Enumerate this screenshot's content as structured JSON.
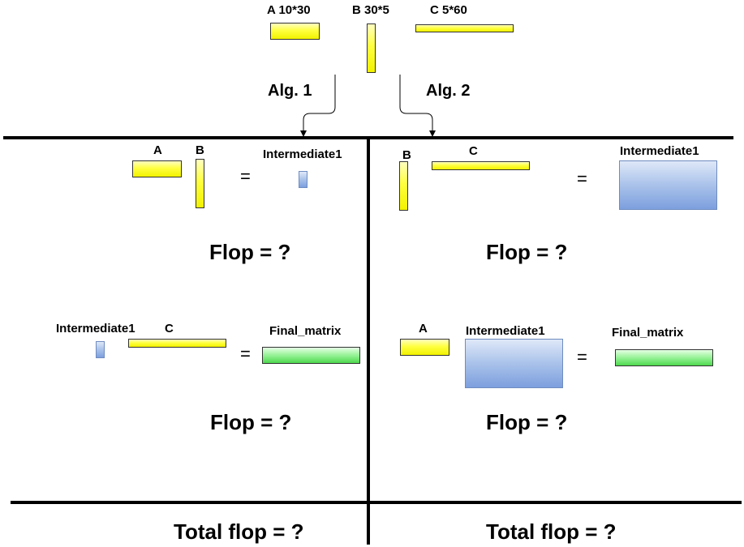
{
  "top": {
    "a_label": "A  10*30",
    "b_label": "B 30*5",
    "c_label": "C 5*60",
    "alg1": "Alg. 1",
    "alg2": "Alg. 2"
  },
  "alg1": {
    "step1": {
      "a": "A",
      "b": "B",
      "equals": "=",
      "result": "Intermediate1",
      "flop": "Flop = ?"
    },
    "step2": {
      "left": "Intermediate1",
      "c": "C",
      "equals": "=",
      "result": "Final_matrix",
      "flop": "Flop = ?"
    },
    "total": "Total flop = ?"
  },
  "alg2": {
    "step1": {
      "b": "B",
      "c": "C",
      "equals": "=",
      "result": "Intermediate1",
      "flop": "Flop = ?"
    },
    "step2": {
      "a": "A",
      "right": "Intermediate1",
      "equals": "=",
      "result": "Final_matrix",
      "flop": "Flop = ?"
    },
    "total": "Total flop = ?"
  },
  "colors": {
    "matrix_input": "#ffff40",
    "matrix_intermediate": "#a9c2ea",
    "matrix_final": "#8ef08e",
    "lines": "#000000"
  }
}
